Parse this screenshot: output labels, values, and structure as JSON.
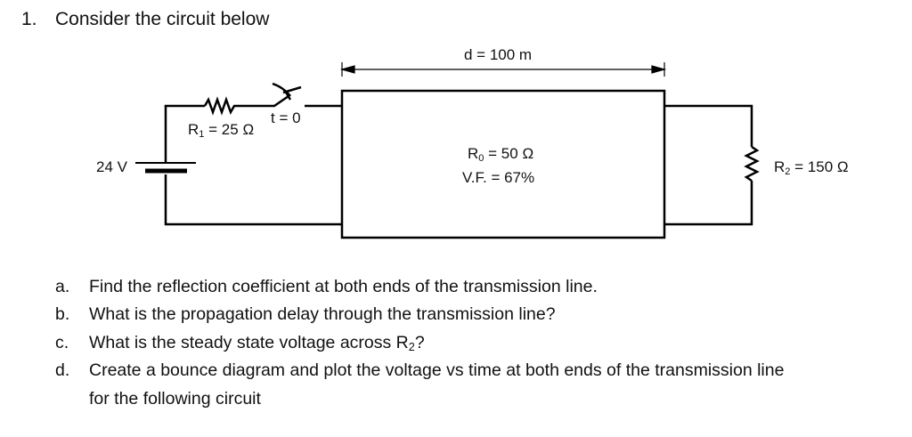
{
  "question": {
    "number": "1.",
    "title": "Consider the circuit below"
  },
  "circuit": {
    "source_label": "24 V",
    "r1_name": "R",
    "r1_sub": "1",
    "r1_value": " = 25 Ω",
    "switch_label": "t = 0",
    "distance_label": "d = 100 m",
    "line_r0_name": "R",
    "line_r0_sub": "0",
    "line_r0_value": " = 50 Ω",
    "line_vf": "V.F. = 67%",
    "r2_name": "R",
    "r2_sub": "2",
    "r2_value": " = 150 Ω"
  },
  "parts": [
    {
      "letter": "a.",
      "text": "Find the reflection coefficient at both ends of the transmission line."
    },
    {
      "letter": "b.",
      "text": "What is the propagation delay through the transmission line?"
    },
    {
      "letter": "c.",
      "text_pre": "What is the steady state voltage across R",
      "sub": "2",
      "text_post": "?"
    },
    {
      "letter": "d.",
      "text": "Create a bounce diagram and plot the voltage vs time at both ends of the transmission line",
      "text2": "for the following circuit"
    }
  ]
}
